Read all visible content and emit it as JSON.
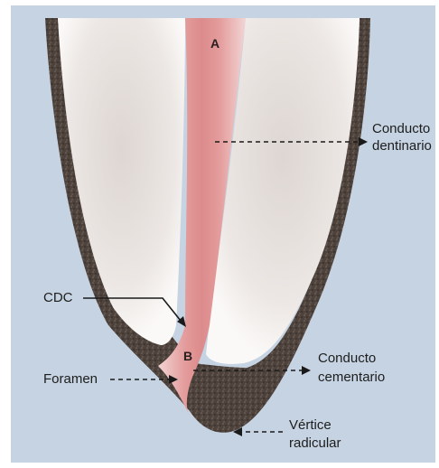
{
  "labels": {
    "a": "A",
    "b": "B",
    "conducto_dentinario_1": "Conducto",
    "conducto_dentinario_2": "dentinario",
    "cdc": "CDC",
    "foramen": "Foramen",
    "conducto_cementario_1": "Conducto",
    "conducto_cementario_2": "cementario",
    "vertice_1": "Vértice",
    "vertice_2": "radicular"
  },
  "colors": {
    "background": "#c6d3e2",
    "cementum": "#4a3f3a",
    "dentin": "#f3f0ee",
    "canal": "#e7a6a6",
    "line": "#1a1a1a"
  }
}
